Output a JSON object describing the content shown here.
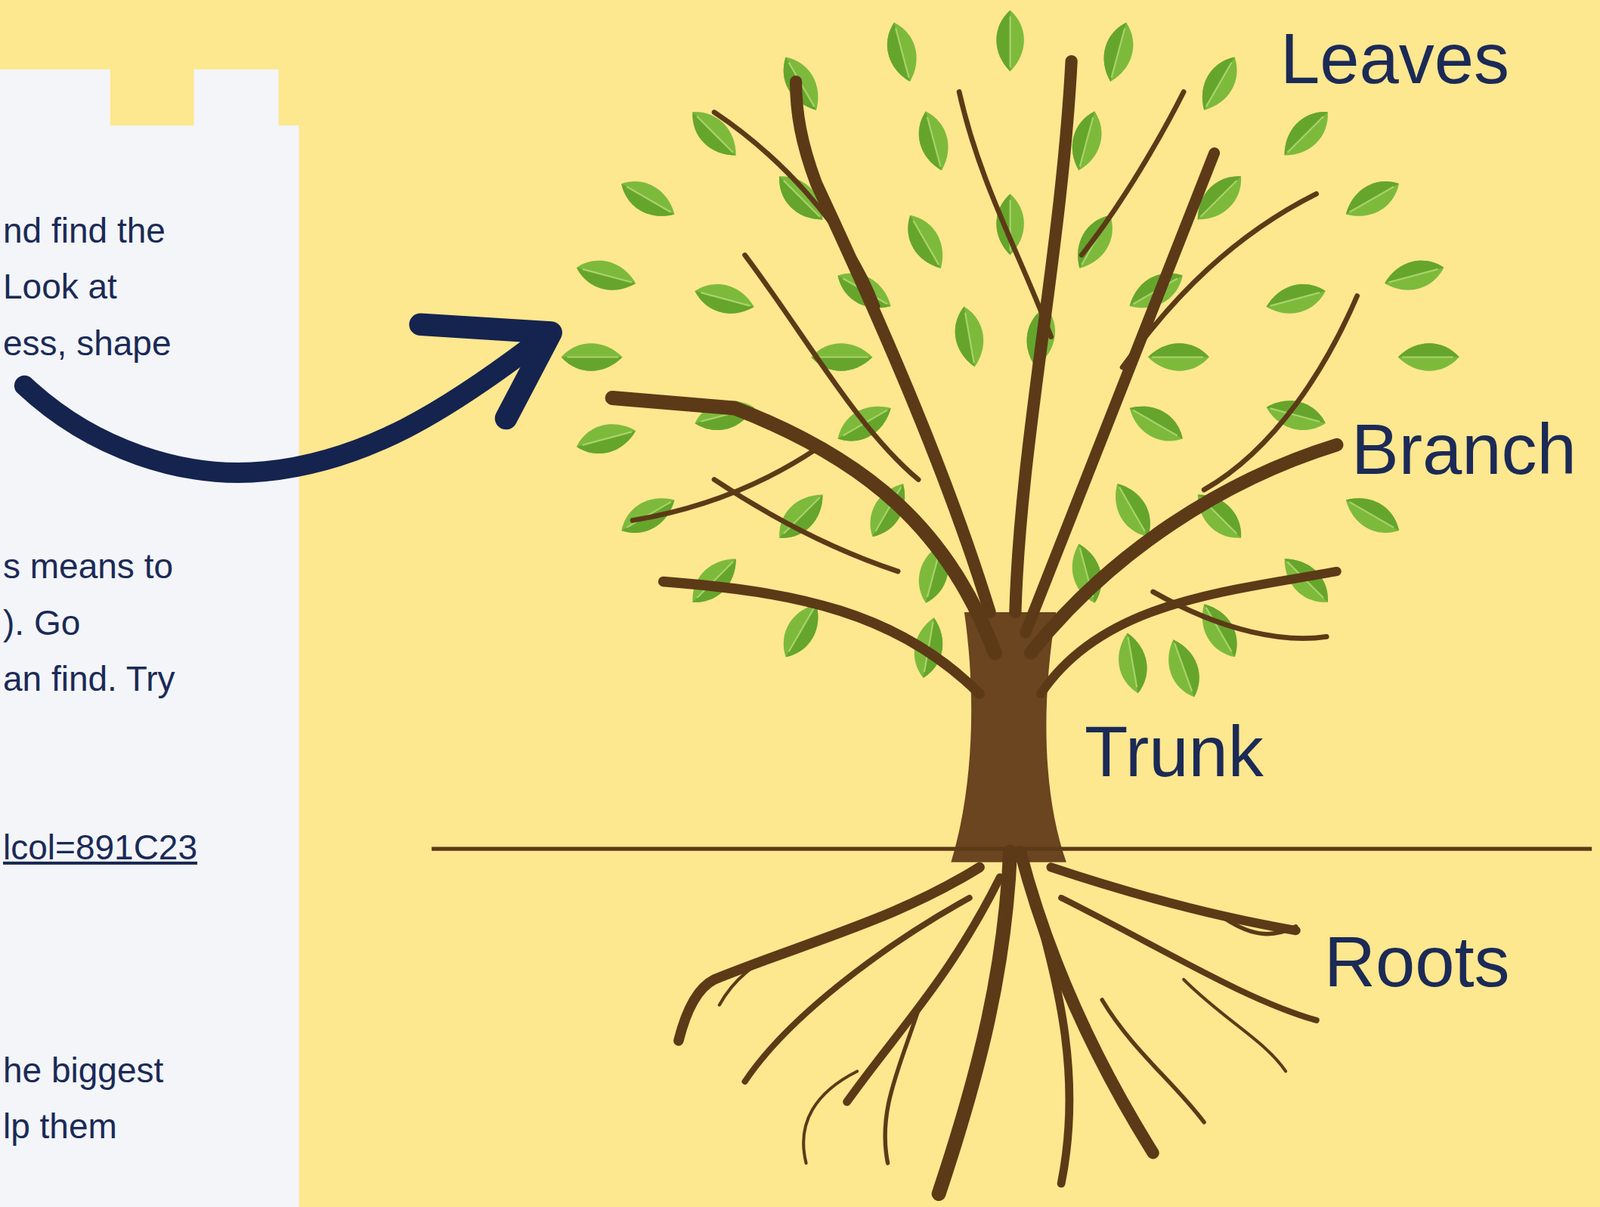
{
  "diagram": {
    "labels": [
      "nd find the",
      "Look at",
      "ess, shape",
      "s means to",
      "). Go",
      "an find. Try",
      "lcol=891C23",
      "he biggest",
      "lp them",
      "Leaves",
      "Branch",
      "Trunk",
      "Roots"
    ]
  }
}
